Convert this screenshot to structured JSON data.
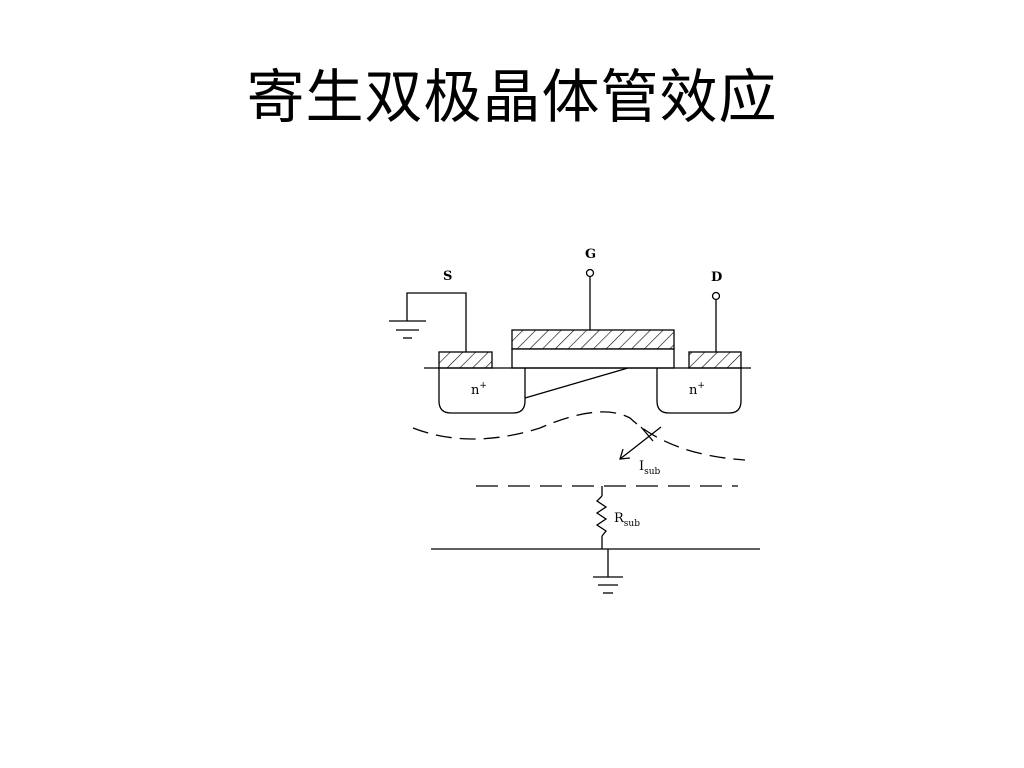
{
  "slide": {
    "title": "寄生双极晶体管效应"
  },
  "diagram": {
    "terminals": {
      "source": "S",
      "gate": "G",
      "drain": "D"
    },
    "regions": {
      "source_diffusion": "n",
      "source_diffusion_sup": "+",
      "drain_diffusion": "n",
      "drain_diffusion_sup": "+"
    },
    "current": {
      "symbol": "I",
      "subscript": "sub"
    },
    "resistor": {
      "symbol": "R",
      "subscript": "sub"
    }
  },
  "colors": {
    "background": "#ffffff",
    "ink": "#000000"
  }
}
